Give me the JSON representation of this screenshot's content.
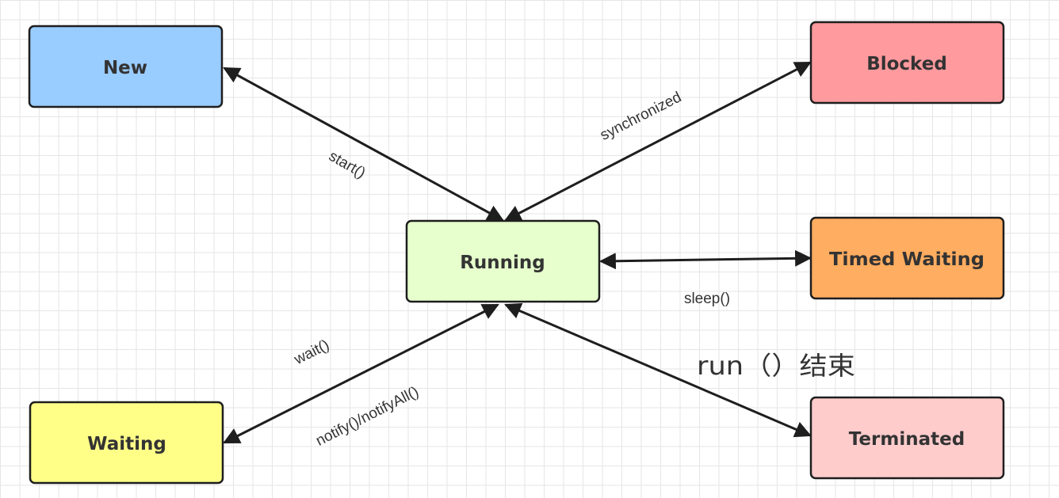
{
  "states": {
    "new": {
      "label": "New",
      "color": "#99ccff"
    },
    "blocked": {
      "label": "Blocked",
      "color": "#ff9a9e"
    },
    "running": {
      "label": "Running",
      "color": "#e6ffcc"
    },
    "timed_waiting": {
      "label": "Timed Waiting",
      "color": "#ffad60"
    },
    "waiting": {
      "label": "Waiting",
      "color": "#ffff88"
    },
    "terminated": {
      "label": "Terminated",
      "color": "#ffcccc"
    }
  },
  "transitions": {
    "start": "start()",
    "synchronized": "synchronized",
    "sleep": "sleep()",
    "wait": "wait()",
    "notify": "notify()/notifyAll()",
    "run_end": "run（）结束"
  }
}
